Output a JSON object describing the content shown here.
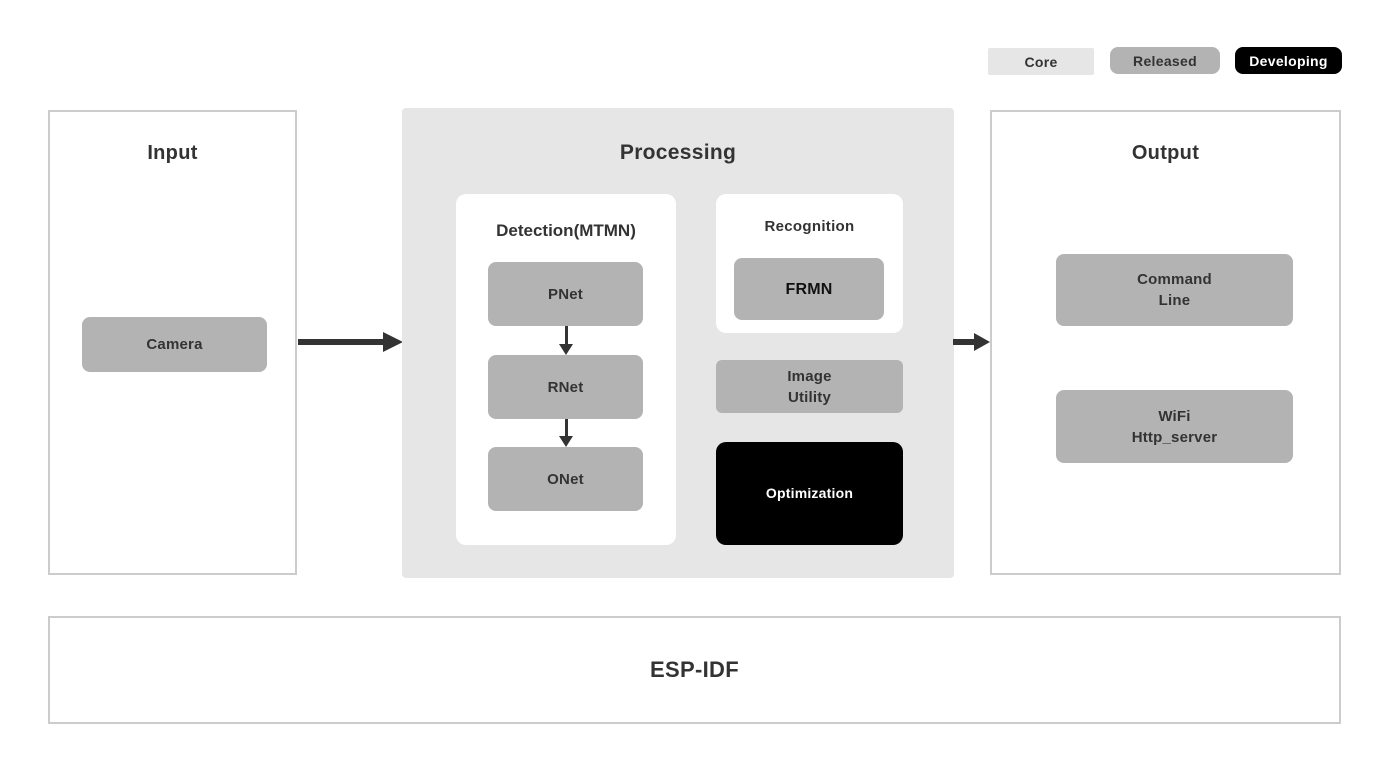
{
  "legend": {
    "items": [
      {
        "label": "Core",
        "color": "#e6e6e6",
        "text_color": "#333333"
      },
      {
        "label": "Released",
        "color": "#b3b3b3",
        "text_color": "#333333"
      },
      {
        "label": "Developing",
        "color": "#000000",
        "text_color": "#ffffff"
      }
    ]
  },
  "sections": {
    "input": {
      "title": "Input",
      "nodes": [
        {
          "label": "Camera"
        }
      ]
    },
    "processing": {
      "title": "Processing",
      "groups": {
        "detection": {
          "title": "Detection(MTMN)",
          "nodes": [
            {
              "label": "PNet"
            },
            {
              "label": "RNet"
            },
            {
              "label": "ONet"
            }
          ]
        },
        "recognition": {
          "title": "Recognition",
          "nodes": [
            {
              "label": "FRMN"
            }
          ]
        }
      },
      "nodes": [
        {
          "label": "Image\nUtility"
        },
        {
          "label": "Optimization"
        }
      ]
    },
    "output": {
      "title": "Output",
      "nodes": [
        {
          "label": "Command\nLine"
        },
        {
          "label": "WiFi\nHttp_server"
        }
      ]
    },
    "foundation": {
      "title": "ESP-IDF"
    }
  },
  "colors": {
    "page_background": "#ffffff",
    "panel_background": "#e6e6e6",
    "node_gray": "#b3b3b3",
    "node_black": "#000000",
    "frame_border": "#cccccc",
    "arrow": "#333333",
    "text_dark": "#333333"
  }
}
